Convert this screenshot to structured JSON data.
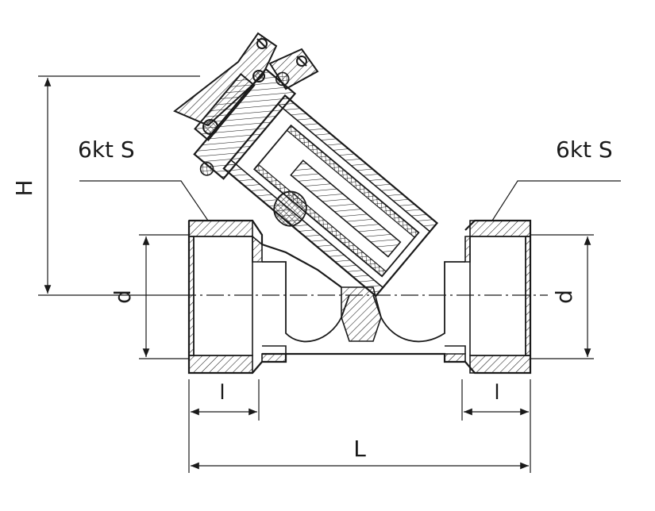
{
  "labels": {
    "hex_left": "6kt S",
    "hex_right": "6kt S",
    "height": "H",
    "diameter_left": "d",
    "diameter_right": "d",
    "thread_left": "l",
    "thread_right": "l",
    "length": "L"
  },
  "colors": {
    "line": "#1a1a1a",
    "background": "#ffffff"
  }
}
